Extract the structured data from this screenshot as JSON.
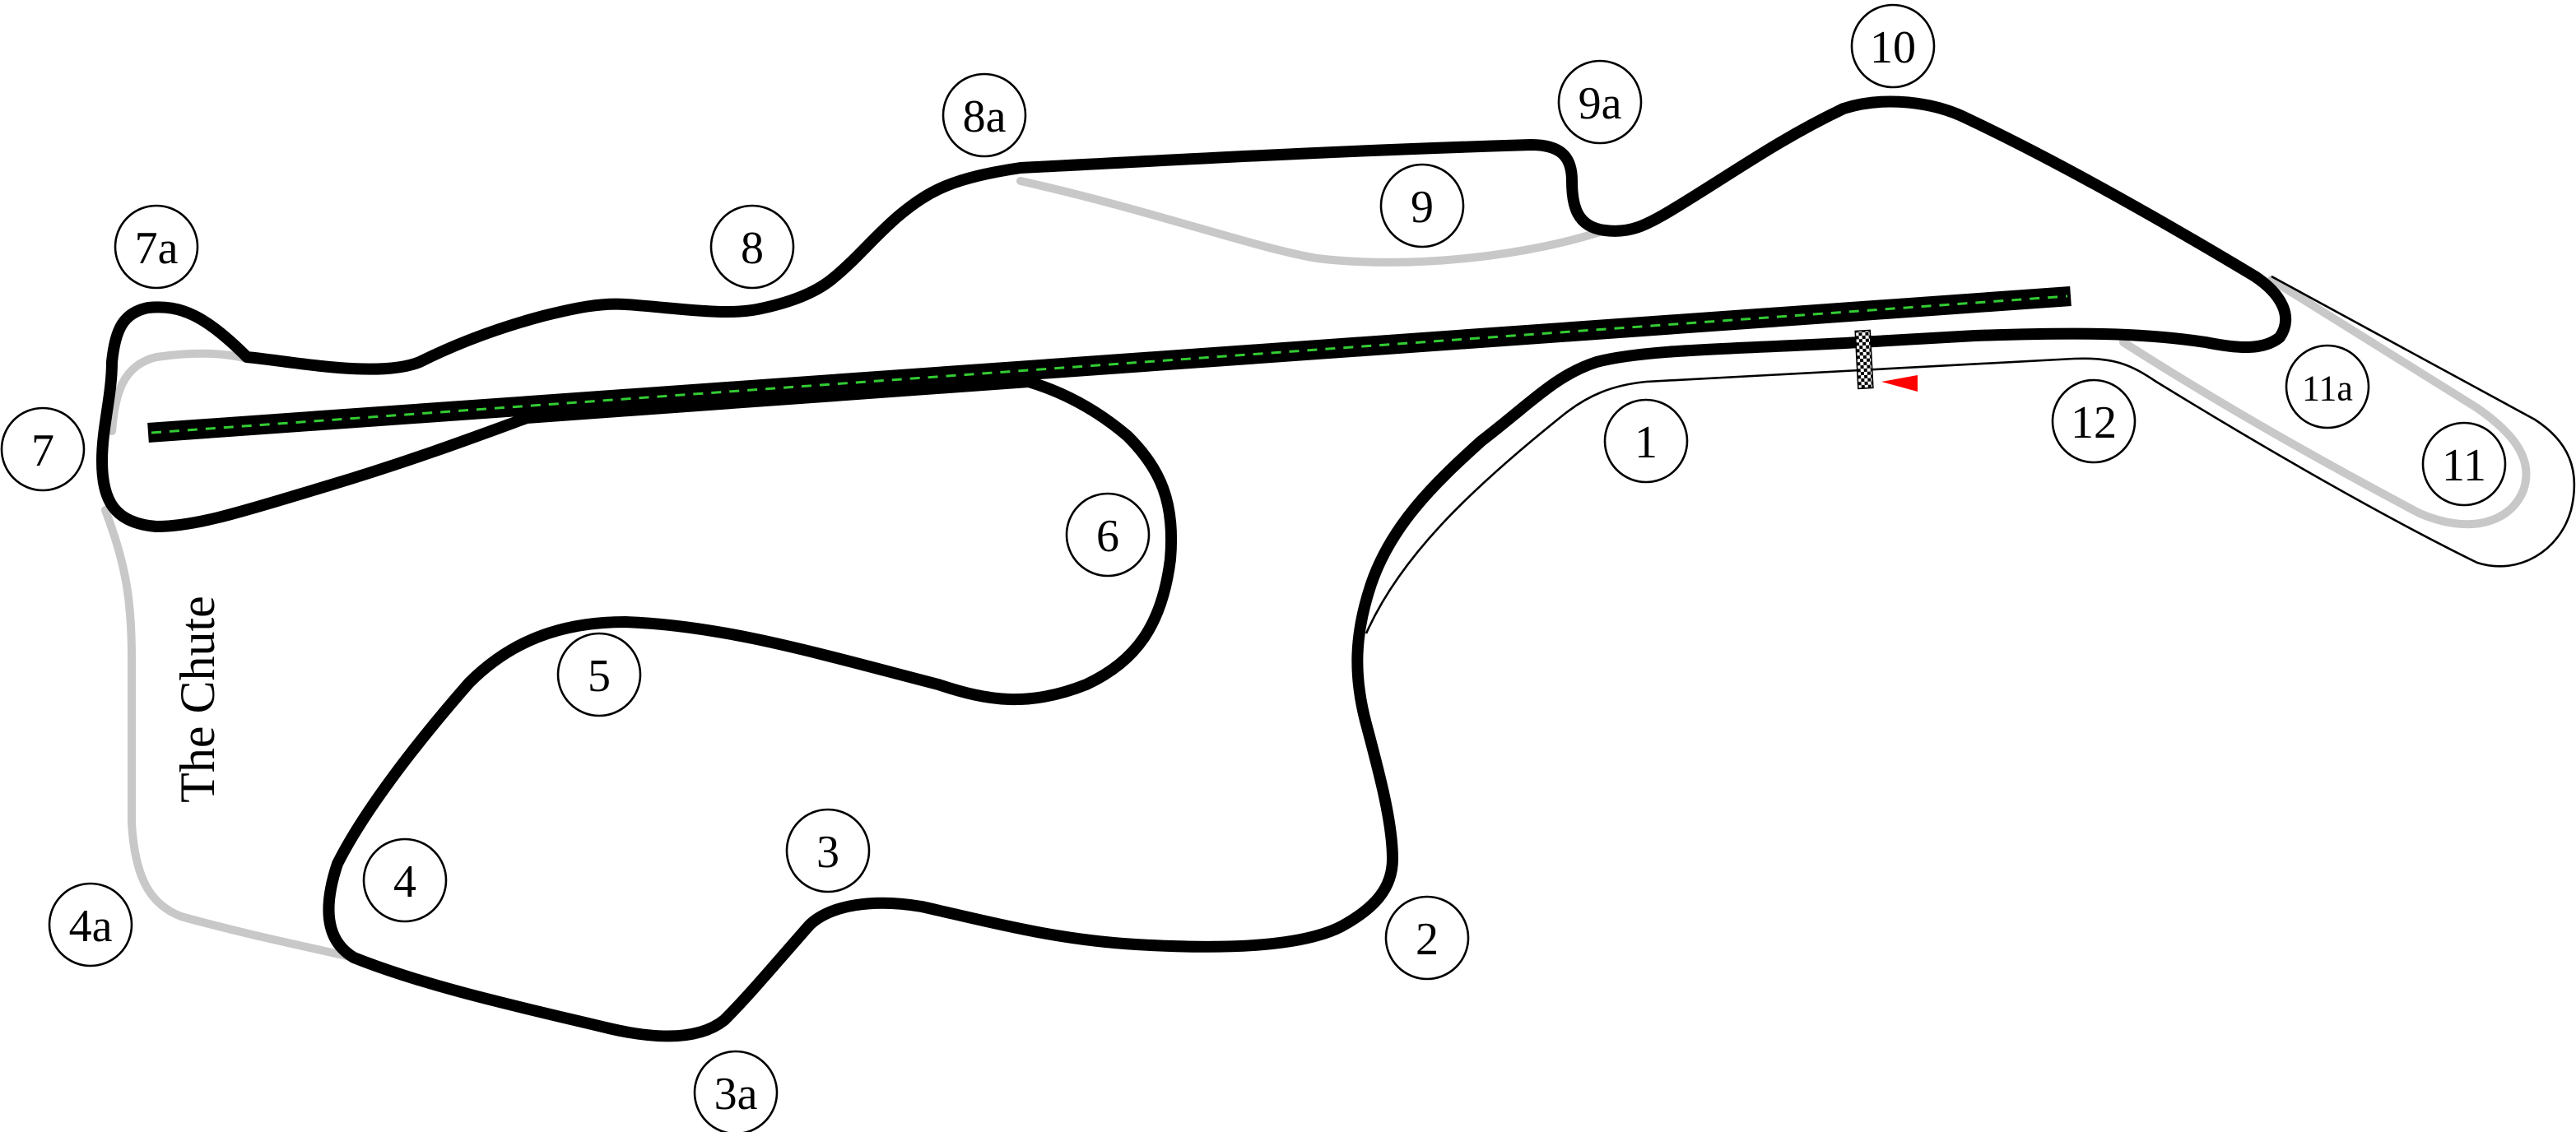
{
  "colors": {
    "track": "#000000",
    "alternate_track": "#c8c8c8",
    "centerline": "#33cc33",
    "marker": "#ff0000"
  },
  "chute_label": "The Chute",
  "turns": [
    "1",
    "2",
    "3",
    "3a",
    "4",
    "4a",
    "5",
    "6",
    "7",
    "7a",
    "8",
    "8a",
    "9",
    "9a",
    "10",
    "11",
    "11a",
    "12"
  ]
}
